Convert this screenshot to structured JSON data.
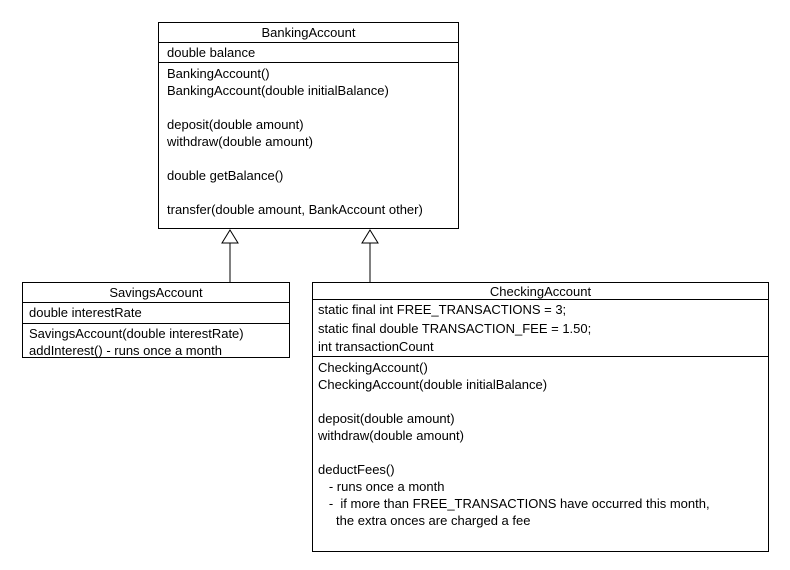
{
  "diagram": {
    "type": "uml-class-diagram",
    "colors": {
      "background": "#ffffff",
      "line": "#000000",
      "box_fill": "#ffffff",
      "text": "#000000"
    },
    "classes": [
      {
        "name": "BankingAccount",
        "attributes": [
          "double balance"
        ],
        "methods": [
          "BankingAccount()",
          "BankingAccount(double initialBalance)",
          "",
          "deposit(double amount)",
          "withdraw(double amount)",
          "",
          "double getBalance()",
          "",
          "transfer(double amount, BankAccount other)"
        ]
      },
      {
        "name": "SavingsAccount",
        "attributes": [
          "double interestRate"
        ],
        "methods": [
          "SavingsAccount(double interestRate)",
          "addInterest() - runs once a month"
        ]
      },
      {
        "name": "CheckingAccount",
        "attributes": [
          "static final int FREE_TRANSACTIONS = 3;",
          "static final double TRANSACTION_FEE = 1.50;",
          "int transactionCount"
        ],
        "methods": [
          "CheckingAccount()",
          "CheckingAccount(double initialBalance)",
          "",
          "deposit(double amount)",
          "withdraw(double amount)",
          "",
          "deductFees()",
          "   - runs once a month",
          "   -  if more than FREE_TRANSACTIONS have occurred this month,",
          "     the extra onces are charged a fee"
        ]
      }
    ],
    "relations": [
      {
        "type": "inheritance",
        "from": "SavingsAccount",
        "to": "BankingAccount"
      },
      {
        "type": "inheritance",
        "from": "CheckingAccount",
        "to": "BankingAccount"
      }
    ]
  }
}
